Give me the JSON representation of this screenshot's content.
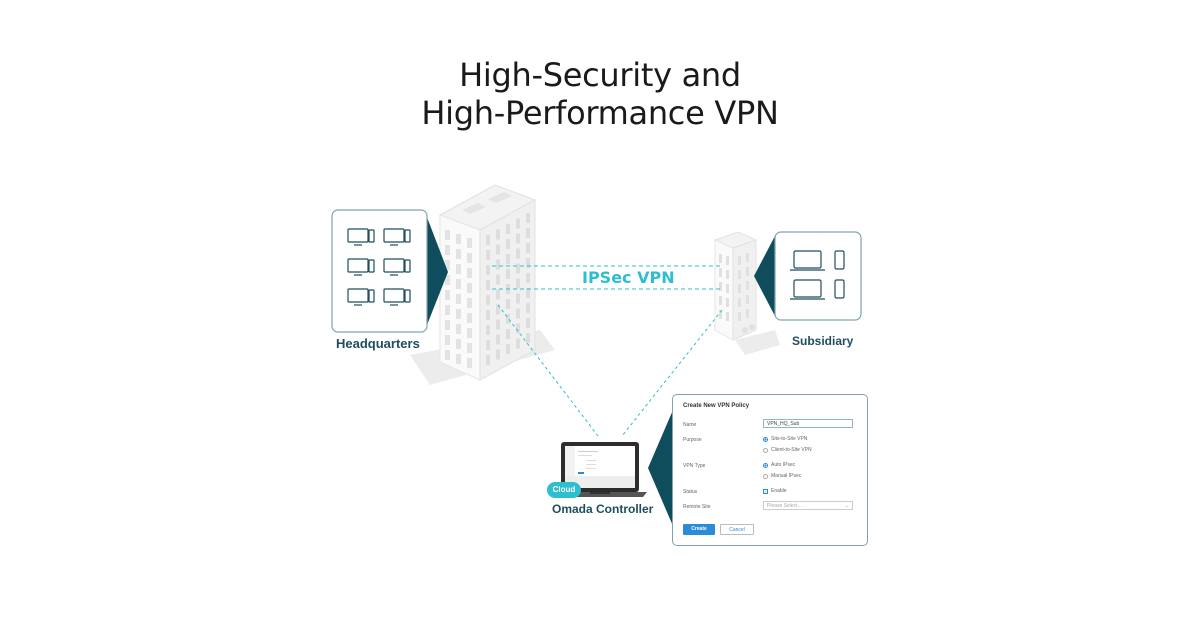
{
  "title": {
    "line1": "High-Security and",
    "line2": "High-Performance VPN"
  },
  "colors": {
    "accent_cyan": "#2bbfd0",
    "dark_teal": "#0f4c5c",
    "label_text": "#1e4e5c",
    "button_blue": "#2a8bd8"
  },
  "sites": {
    "headquarters": {
      "label": "Headquarters",
      "devices": [
        "desktop-icon",
        "desktop-icon",
        "desktop-icon",
        "desktop-icon",
        "desktop-icon",
        "desktop-icon"
      ]
    },
    "subsidiary": {
      "label": "Subsidiary",
      "devices": [
        "laptop-icon",
        "phone-icon",
        "laptop-icon",
        "phone-icon"
      ]
    }
  },
  "link": {
    "label": "IPSec VPN"
  },
  "controller": {
    "label": "Omada Controller",
    "badge": "Cloud"
  },
  "dialog": {
    "title": "Create New VPN Policy",
    "name_label": "Name",
    "name_value": "VPN_HQ_Sub",
    "purpose_label": "Purpose",
    "purpose_options": [
      "Site-to-Site VPN",
      "Client-to-Site VPN"
    ],
    "purpose_selected": "Site-to-Site VPN",
    "vpn_type_label": "VPN Type",
    "vpn_type_options": [
      "Auto IPsec",
      "Manual IPsec"
    ],
    "vpn_type_selected": "Auto IPsec",
    "status_label": "Status",
    "status_checkbox": "Enable",
    "status_checked": true,
    "remote_site_label": "Remote Site",
    "remote_site_placeholder": "Please Select...",
    "create_label": "Create",
    "cancel_label": "Cancel"
  }
}
